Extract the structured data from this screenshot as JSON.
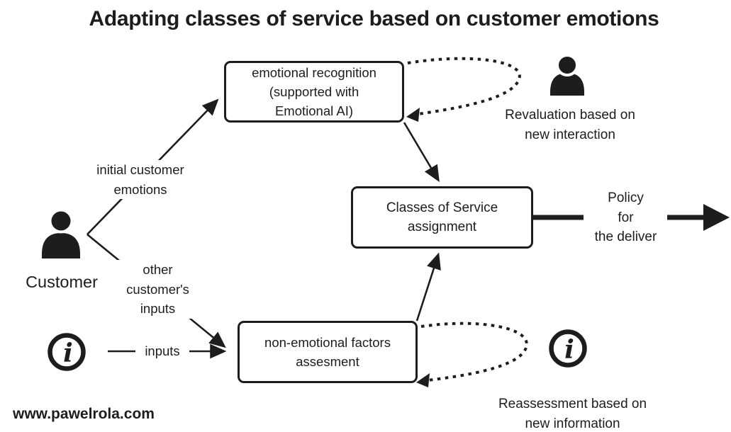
{
  "title": "Adapting classes of service based on customer emotions",
  "watermark": "www.pawelrola.com",
  "colors": {
    "ink": "#1d1d1d",
    "background": "#ffffff"
  },
  "boxes": {
    "emotional": "emotional recognition\n(supported with\nEmotional AI)",
    "classes": "Classes of Service\nassignment",
    "non_emotional": "non-emotional factors\nassesment"
  },
  "labels": {
    "customer": "Customer",
    "initial_emotions": "initial customer\nemotions",
    "other_inputs": "other\ncustomer's\ninputs",
    "inputs": "inputs",
    "policy": "Policy\nfor\nthe deliver",
    "revaluation": "Revaluation based on\nnew interaction",
    "reassessment": "Reassessment based on\nnew information"
  },
  "icons": {
    "customer": "person-icon",
    "revaluation_actor": "person-icon",
    "inputs_source": "info-icon",
    "reassessment_source": "info-icon"
  }
}
